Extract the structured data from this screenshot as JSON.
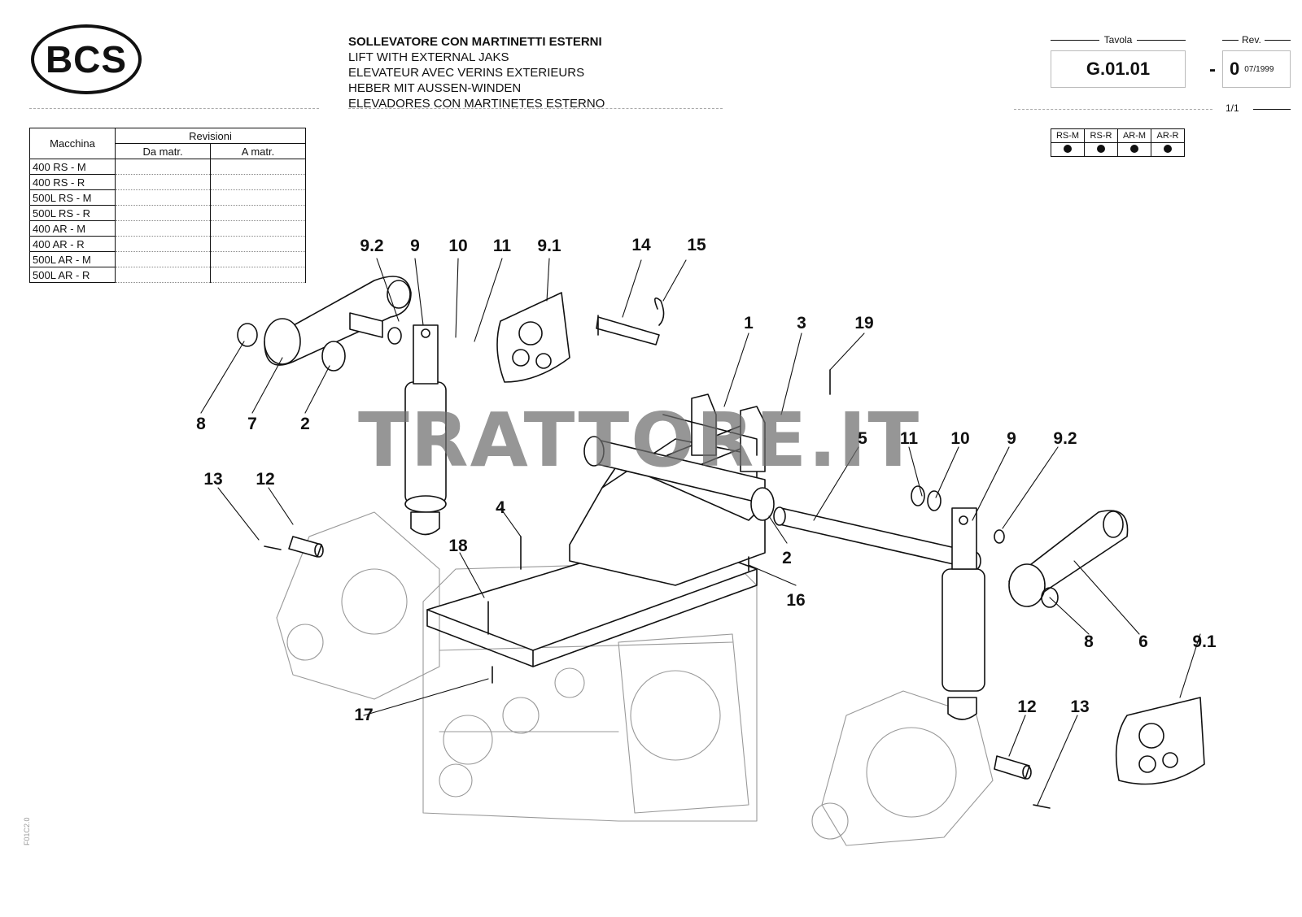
{
  "header": {
    "logo_text": "BCS",
    "titles": [
      "SOLLEVATORE CON MARTINETTI ESTERNI",
      "LIFT WITH EXTERNAL JAKS",
      "ELEVATEUR AVEC VERINS EXTERIEURS",
      "HEBER MIT AUSSEN-WINDEN",
      "ELEVADORES CON MARTINETES ESTERNO"
    ],
    "tavola_label": "Tavola",
    "tavola_value": "G.01.01",
    "rev_label": "Rev.",
    "rev_dash": "-",
    "rev_value": "0",
    "rev_date": "07/1999",
    "sheet": "1/1"
  },
  "revisions_table": {
    "col_machine": "Macchina",
    "col_revisions": "Revisioni",
    "col_from": "Da matr.",
    "col_to": "A matr.",
    "machines": [
      "400 RS - M",
      "400 RS - R",
      "500L RS - M",
      "500L RS - R",
      "400 AR - M",
      "400 AR - R",
      "500L AR - M",
      "500L AR - R"
    ]
  },
  "variants": {
    "headers": [
      "RS-M",
      "RS-R",
      "AR-M",
      "AR-R"
    ],
    "marked": [
      true,
      true,
      true,
      true
    ]
  },
  "callouts": [
    "9.2",
    "9",
    "10",
    "11",
    "9.1",
    "14",
    "15",
    "1",
    "3",
    "19",
    "8",
    "7",
    "2",
    "13",
    "12",
    "4",
    "18",
    "17",
    "5",
    "11",
    "10",
    "9",
    "9.2",
    "2",
    "16",
    "8",
    "6",
    "9.1",
    "12",
    "13"
  ],
  "watermark": "TRATTORE.IT",
  "side_code": "F01C2.0"
}
